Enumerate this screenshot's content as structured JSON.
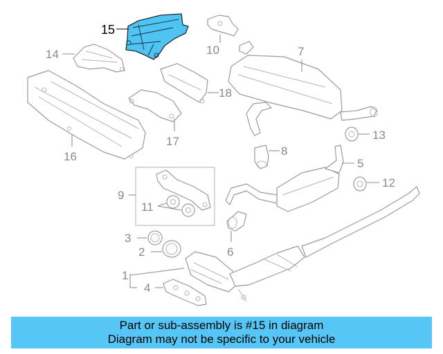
{
  "diagram": {
    "callouts": {
      "c1": "1",
      "c2": "2",
      "c3": "3",
      "c4": "4",
      "c5": "5",
      "c6": "6",
      "c7": "7",
      "c8": "8",
      "c9": "9",
      "c10": "10",
      "c11": "11",
      "c12": "12",
      "c13": "13",
      "c14": "14",
      "c15": "15",
      "c16": "16",
      "c17": "17",
      "c18": "18"
    },
    "highlighted_part": "15",
    "highlight_color": "#4fc4f2"
  },
  "banner": {
    "line1": "Part or sub-assembly is #15 in diagram",
    "line2": "Diagram may not be specific to your vehicle",
    "background": "#55c6f5"
  }
}
